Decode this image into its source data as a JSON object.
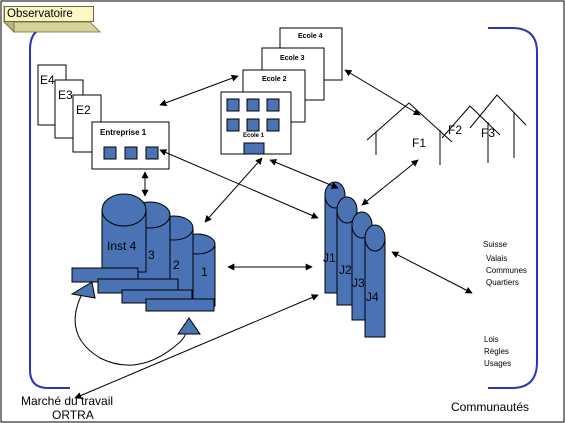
{
  "observatoire": "Observatoire",
  "entreprises": {
    "e4": "E4",
    "e3": "E3",
    "e2": "E2",
    "e1": "Entreprise 1"
  },
  "ecoles": {
    "e4": "Ecole 4",
    "e3": "Ecole 3",
    "e2": "Ecole 2",
    "e1": "Ecole 1"
  },
  "familles": {
    "f1": "F1",
    "f2": "F2",
    "f3": "F3"
  },
  "institutions": {
    "i4": "Inst 4",
    "i3": "3",
    "i2": "2",
    "i1": "1"
  },
  "jeunes": {
    "j1": "J1",
    "j2": "J2",
    "j3": "J3",
    "j4": "J4"
  },
  "communautes_geo": [
    "Suisse",
    "Valais",
    "Communes",
    "Quartiers"
  ],
  "communautes_norm": [
    "Lois",
    "Règles",
    "Usages"
  ],
  "marche_line1": "Marché du travail",
  "marche_line2": "ORTRA",
  "communautes": "Communautés",
  "colors": {
    "blue": "#4a73b5",
    "dark_blue": "#2e4f86",
    "frame": "#2a35b8",
    "tab": "#fbf8c4"
  }
}
